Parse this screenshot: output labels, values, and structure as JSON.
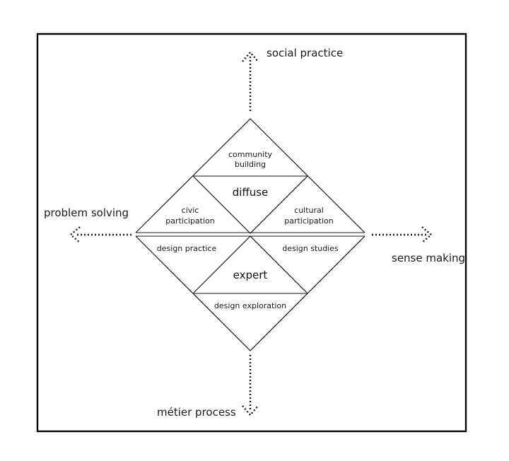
{
  "axes": {
    "top": "social practice",
    "bottom": "métier process",
    "left": "problem solving",
    "right": "sense making"
  },
  "centers": {
    "upper": "diffuse",
    "lower": "expert"
  },
  "regions": {
    "top": [
      "community",
      "building"
    ],
    "upper_left": [
      "civic",
      "participation"
    ],
    "upper_right": [
      "cultural",
      "participation"
    ],
    "lower_left": "design practice",
    "lower_right": "design studies",
    "bottom": "design exploration"
  },
  "colors": {
    "stroke": "#1a1a1a",
    "frame": "#000000",
    "background": "#ffffff"
  }
}
